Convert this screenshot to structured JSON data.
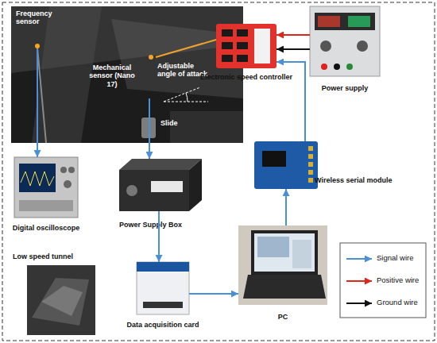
{
  "diagram": {
    "nodes": [
      {
        "text": [
          "Adjustable angle of attack",
          "Slide"
        ]
      },
      {
        "text": [
          "Frequency sensor"
        ],
        "in": 0
      },
      {
        "text": [
          "Mechanical sensor (Nano 17)"
        ],
        "in": 0
      },
      {
        "text": [
          "Electronic speed controller"
        ]
      },
      {
        "text": [
          "Power supply"
        ]
      },
      {
        "text": [
          "Digital oscilloscope"
        ]
      },
      {
        "text": [
          "Power Supply Box"
        ]
      },
      {
        "text": [
          "Wireless serial module"
        ]
      },
      {
        "text": [
          "Low speed tunnel"
        ]
      },
      {
        "text": [
          "Data acquisition card"
        ]
      },
      {
        "text": [
          "PC"
        ]
      }
    ],
    "edges": [
      {
        "from": 1,
        "to": 5,
        "arrow": "to"
      },
      {
        "from": 2,
        "to": 6,
        "arrow": "to"
      },
      {
        "from": 6,
        "to": 9,
        "arrow": "to"
      },
      {
        "from": 9,
        "to": 10,
        "arrow": "to"
      },
      {
        "from": 10,
        "to": 7,
        "arrow": "to"
      },
      {
        "from": 7,
        "to": 3,
        "arrow": "to"
      },
      {
        "from": 4,
        "to": 3,
        "arrow": "to"
      },
      {
        "from": 4,
        "to": 3,
        "arrow": "to"
      },
      {
        "from": 3,
        "to": 2,
        "arrow": "none"
      }
    ],
    "legend": [
      {
        "text": "Signal wire"
      },
      {
        "text": "Positive wire"
      },
      {
        "text": "Ground wire"
      }
    ]
  }
}
